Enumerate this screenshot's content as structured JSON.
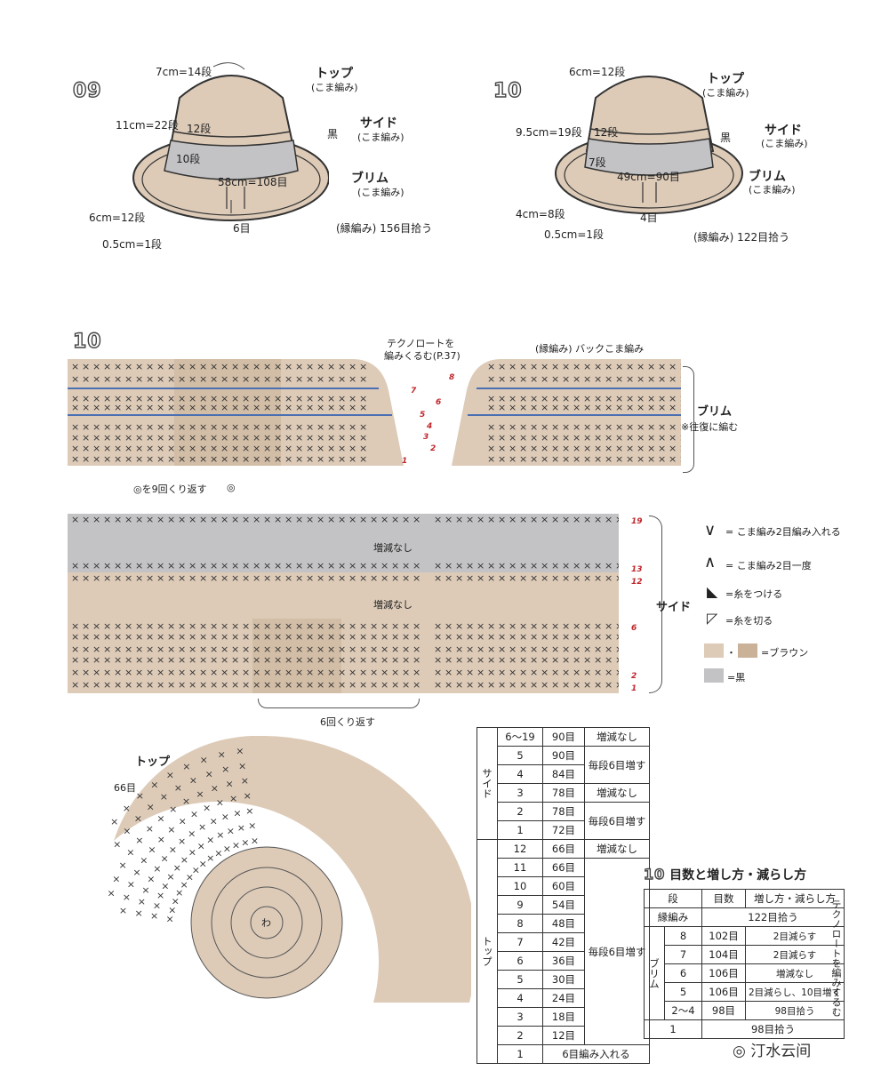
{
  "hat09": {
    "no": "09",
    "labels": {
      "top_rows": "7cm=14段",
      "top": "トップ",
      "top_sub": "(こま編み)",
      "side_rows": "11cm=22段",
      "r12": "12段",
      "side": "サイド",
      "black": "黒",
      "side_sub": "(こま編み)",
      "r10": "10段",
      "brim": "ブリム",
      "circ": "58cm=108目",
      "brim_sub": "(こま編み)",
      "brim_rows": "6cm=12段",
      "gap": "6目",
      "edge": "(縁編み) 156目拾う",
      "edge_rows": "0.5cm=1段"
    }
  },
  "hat10": {
    "no": "10",
    "labels": {
      "top_rows": "6cm=12段",
      "top": "トップ",
      "top_sub": "(こま編み)",
      "side_rows": "9.5cm=19段",
      "r12": "12段",
      "side": "サイド",
      "black": "黒",
      "side_sub": "(こま編み)",
      "r7": "7段",
      "brim": "ブリム",
      "circ": "49cm=90目",
      "brim_sub": "(こま編み)",
      "brim_rows": "4cm=8段",
      "gap": "4目",
      "edge_rows": "0.5cm=1段",
      "edge": "(縁編み) 122目拾う"
    }
  },
  "chart": {
    "no": "10",
    "techno": "テクノロートを",
    "techno2": "編みくるむ(P.37)",
    "edge_note": "(縁編み) バックこま編み",
    "brim": "ブリム",
    "brim_note": "※往復に編む",
    "repeat9": "◎を9回くり返す",
    "repeat_mark": "◎",
    "no_change": "増減なし",
    "side": "サイド",
    "repeat6": "6回くり返す",
    "top": "トップ",
    "top_count": "66目",
    "center": "わ",
    "brim_rows_left": [
      "7",
      "5",
      "3",
      "1"
    ],
    "brim_rows_right": [
      "8",
      "6",
      "4",
      "2"
    ],
    "side_rows": [
      "19",
      "13",
      "12",
      "6",
      "2",
      "1"
    ],
    "legend": {
      "inc": "= こま編み2目編み入れる",
      "dec": "= こま編み2目一度",
      "attach": "=糸をつける",
      "cut": "=糸を切る",
      "brown": "=ブラウン",
      "dot": "・",
      "black": "=黒"
    }
  },
  "count_table": {
    "side_group": "サイド",
    "top_group": "トップ",
    "side_rows": [
      {
        "row": "6〜19",
        "count": "90目",
        "method": "増減なし"
      },
      {
        "row": "5",
        "count": "90目",
        "method": "毎段6目増す"
      },
      {
        "row": "4",
        "count": "84目",
        "method": ""
      },
      {
        "row": "3",
        "count": "78目",
        "method": "増減なし"
      },
      {
        "row": "2",
        "count": "78目",
        "method": "毎段6目増す"
      },
      {
        "row": "1",
        "count": "72目",
        "method": ""
      }
    ],
    "top_rows": [
      {
        "row": "12",
        "count": "66目",
        "method": "増減なし"
      },
      {
        "row": "11",
        "count": "66目",
        "method": "毎段6目増す"
      },
      {
        "row": "10",
        "count": "60目",
        "method": ""
      },
      {
        "row": "9",
        "count": "54目",
        "method": ""
      },
      {
        "row": "8",
        "count": "48目",
        "method": ""
      },
      {
        "row": "7",
        "count": "42目",
        "method": ""
      },
      {
        "row": "6",
        "count": "36目",
        "method": ""
      },
      {
        "row": "5",
        "count": "30目",
        "method": ""
      },
      {
        "row": "4",
        "count": "24目",
        "method": ""
      },
      {
        "row": "3",
        "count": "18目",
        "method": ""
      },
      {
        "row": "2",
        "count": "12目",
        "method": ""
      },
      {
        "row": "1",
        "count": "6目編み入れる",
        "method": ""
      }
    ]
  },
  "brim_table": {
    "title": "目数と増し方・減らし方",
    "no": "10",
    "headers": [
      "段",
      "目数",
      "増し方・減らし方"
    ],
    "edge": {
      "row": "縁編み",
      "count": "122目拾う"
    },
    "group": "ブリム",
    "rows": [
      {
        "row": "8",
        "count": "102目",
        "method": "2目減らす"
      },
      {
        "row": "7",
        "count": "104目",
        "method": "2目減らす"
      },
      {
        "row": "6",
        "count": "106目",
        "method": "増減なし"
      },
      {
        "row": "5",
        "count": "106目",
        "method": "2目減らし、10目増す"
      },
      {
        "row": "2〜4",
        "count": "98目",
        "method": "98目拾う"
      }
    ],
    "first": {
      "row": "1",
      "count": "98目拾う"
    },
    "side_note": "テクノロートを編みくるむ"
  },
  "watermark": "汀水云间",
  "colors": {
    "brown": "#ddcbb8",
    "brown_dark": "#c9b298",
    "gray": "#c3c3c5",
    "blue": "#4a6fb2",
    "red": "#c1272d"
  }
}
